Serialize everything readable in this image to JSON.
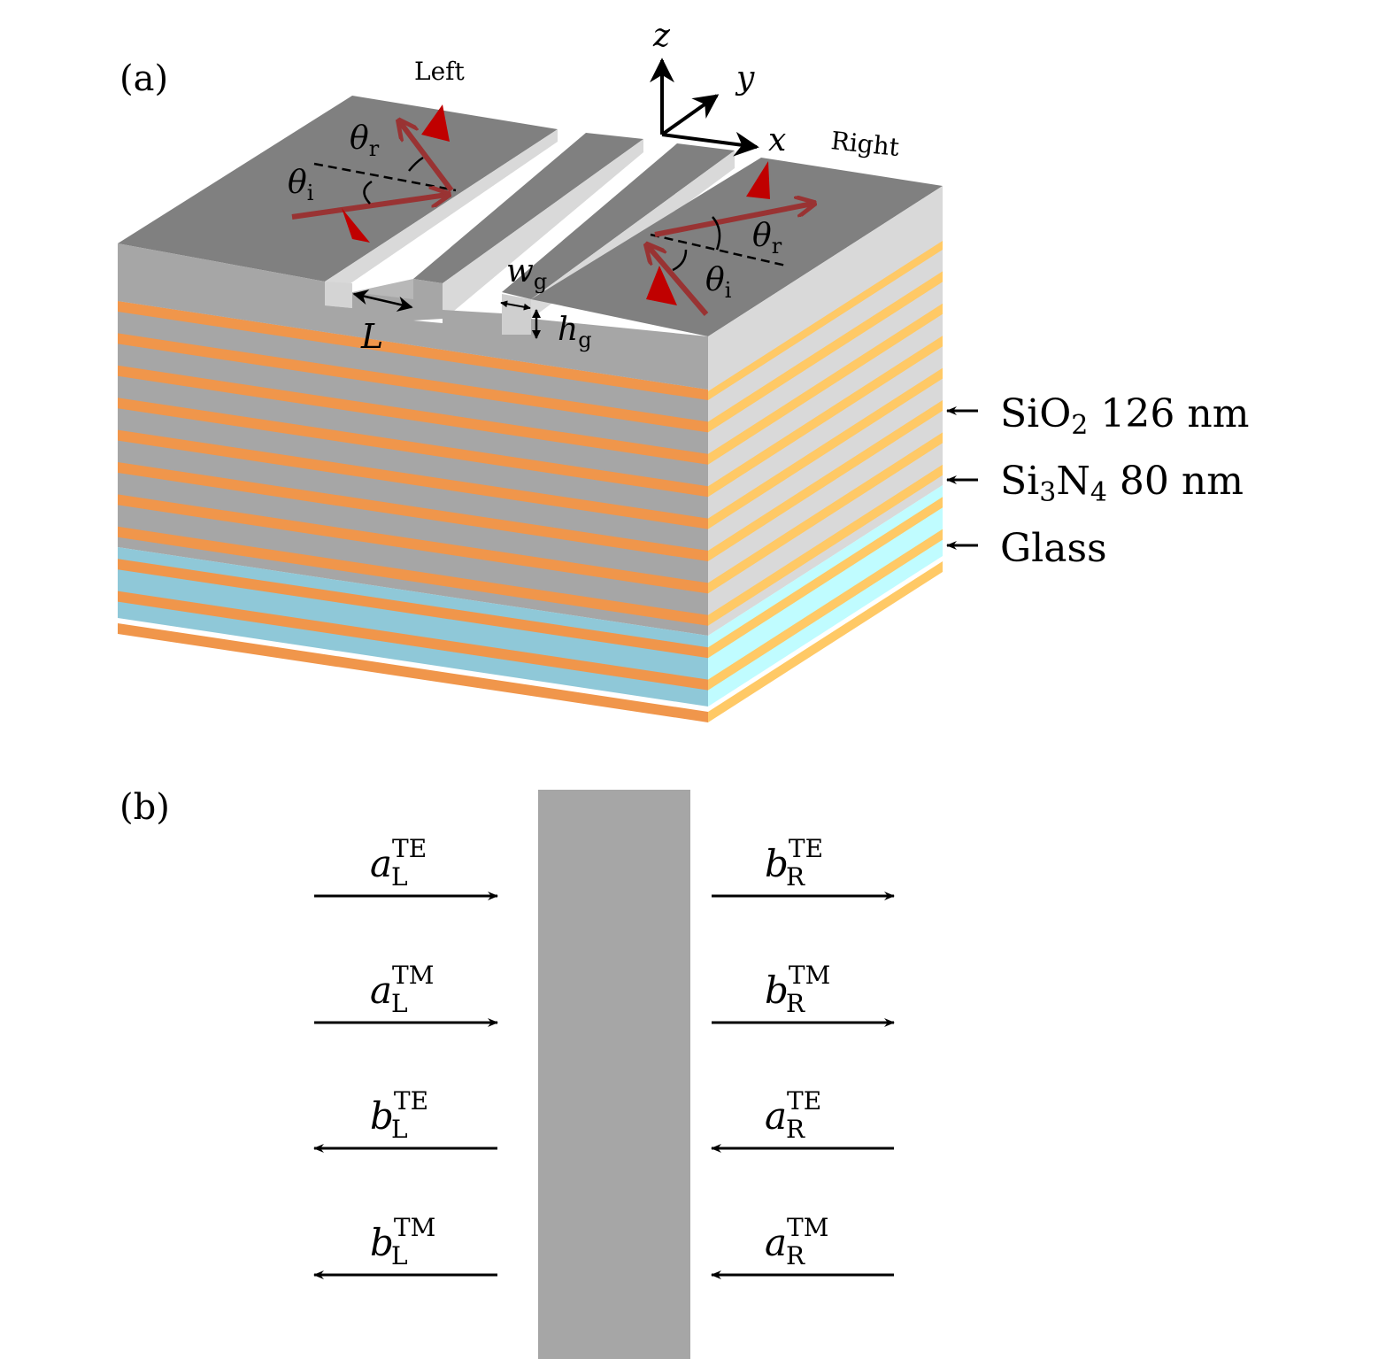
{
  "panel_a": {
    "label": "(a)",
    "left_label": "Left",
    "right_label": "Right",
    "axes": {
      "z": "z",
      "y": "y",
      "x": "x"
    },
    "angles": {
      "theta": "θ",
      "r_sub": "r",
      "i_sub": "i"
    },
    "dims": {
      "L": "L",
      "w": "w",
      "w_sub": "g",
      "h": "h",
      "h_sub": "g"
    },
    "layers": {
      "sio2_main": "SiO",
      "sio2_sub": "2",
      "sio2_thickness": "126 nm",
      "si3n4_si": "Si",
      "si3n4_sub1": "3",
      "si3n4_n": "N",
      "si3n4_sub2": "4",
      "si3n4_thickness": "80 nm",
      "glass": "Glass"
    },
    "colors": {
      "top_face": "#808080",
      "front_face": "#a6a6a6",
      "side_face": "#d9d9d9",
      "orange_front": "#f0964b",
      "orange_side": "#ffc966",
      "glass_front": "#8fc8d8",
      "glass_side": "#c0fcff",
      "beam": "#993333",
      "polarization": "#c00000"
    }
  },
  "panel_b": {
    "label": "(b)",
    "slab_color": "#a6a6a6",
    "left_terms": [
      {
        "symbol": "a",
        "sup": "TE",
        "sub": "L",
        "direction": "right"
      },
      {
        "symbol": "a",
        "sup": "TM",
        "sub": "L",
        "direction": "right"
      },
      {
        "symbol": "b",
        "sup": "TE",
        "sub": "L",
        "direction": "left"
      },
      {
        "symbol": "b",
        "sup": "TM",
        "sub": "L",
        "direction": "left"
      }
    ],
    "right_terms": [
      {
        "symbol": "b",
        "sup": "TE",
        "sub": "R",
        "direction": "right"
      },
      {
        "symbol": "b",
        "sup": "TM",
        "sub": "R",
        "direction": "right"
      },
      {
        "symbol": "a",
        "sup": "TE",
        "sub": "R",
        "direction": "left"
      },
      {
        "symbol": "a",
        "sup": "TM",
        "sub": "R",
        "direction": "left"
      }
    ]
  }
}
